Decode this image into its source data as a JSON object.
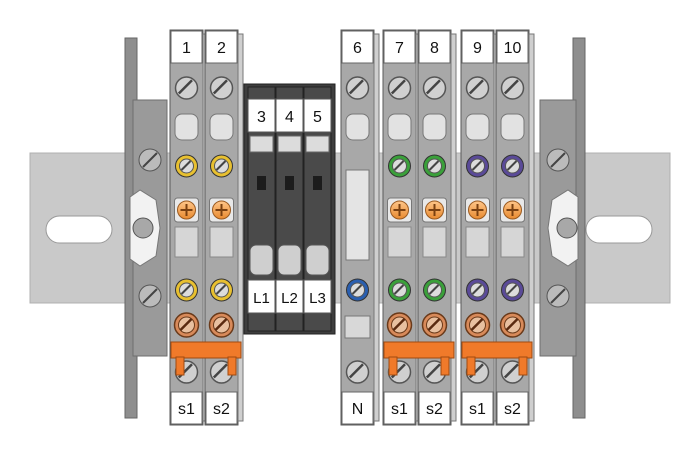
{
  "blocks": [
    {
      "id": "t1",
      "top": "1",
      "bottom": "s1",
      "kind": "single",
      "ring": "yellow"
    },
    {
      "id": "t2",
      "top": "2",
      "bottom": "s2",
      "kind": "single",
      "ring": "yellow"
    },
    {
      "id": "t6",
      "top": "6",
      "bottom": "N",
      "kind": "neutral",
      "ring": "blue"
    },
    {
      "id": "t7",
      "top": "7",
      "bottom": "s1",
      "kind": "single",
      "ring": "green"
    },
    {
      "id": "t8",
      "top": "8",
      "bottom": "s2",
      "kind": "single",
      "ring": "green"
    },
    {
      "id": "t9",
      "top": "9",
      "bottom": "s1",
      "kind": "single",
      "ring": "purple"
    },
    {
      "id": "t10",
      "top": "10",
      "bottom": "s2",
      "kind": "single",
      "ring": "purple"
    }
  ],
  "fuses": [
    {
      "id": "f3",
      "top": "3",
      "bottom": "L1"
    },
    {
      "id": "f4",
      "top": "4",
      "bottom": "L2"
    },
    {
      "id": "f5",
      "top": "5",
      "bottom": "L3"
    }
  ],
  "colors": {
    "rail": "#c8c8c8",
    "block": "#a8a8a8",
    "ring_yellow": "#e8c030",
    "ring_green": "#3aa03a",
    "ring_purple": "#5a4a98",
    "ring_blue": "#2a5fb0",
    "jumper": "#f07a2a",
    "fuse_body": "#3e3e3e"
  }
}
